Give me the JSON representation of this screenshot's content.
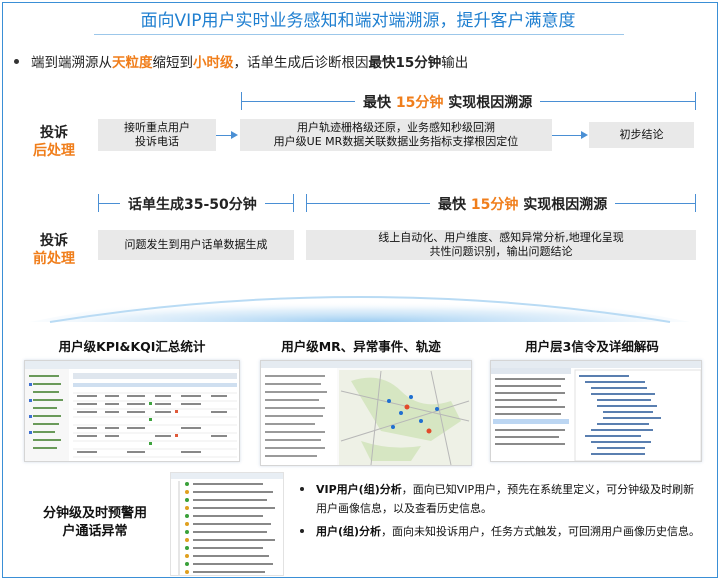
{
  "title": "面向VIP用户实时业务感知和端对端溯源，提升客户满意度",
  "bullet": {
    "p1": "端到端溯源从",
    "h1": "天粒度",
    "p2": "缩短到",
    "h2": "小时级",
    "p3": "，话单生成后诊断根因",
    "b1": "最快15分钟",
    "p4": "输出"
  },
  "top_section": {
    "bracket": {
      "pre": "最快 ",
      "highlight": "15分钟",
      "post": " 实现根因溯源"
    },
    "side_label": {
      "line1": "投诉",
      "line2": "后处理"
    },
    "box1": {
      "line1": "接听重点用户",
      "line2": "投诉电话"
    },
    "box2": {
      "line1": "用户轨迹栅格级还原，业务感知秒级回溯",
      "line2": "用户级UE MR数据关联数据业务指标支撑根因定位"
    },
    "box3": {
      "text": "初步结论"
    }
  },
  "bottom_section": {
    "bracket_left": "话单生成35-50分钟",
    "bracket_right": {
      "pre": "最快 ",
      "highlight": "15分钟",
      "post": " 实现根因溯源"
    },
    "side_label": {
      "line1": "投诉",
      "line2": "前处理"
    },
    "box1": {
      "text": "问题发生到用户话单数据生成"
    },
    "box2": {
      "line1": "线上自动化、用户维度、感知异常分析,地理化呈现",
      "line2": "共性问题识别，输出问题结论"
    }
  },
  "panels": [
    {
      "title": "用户级KPI&KQI汇总统计"
    },
    {
      "title": "用户级MR、异常事件、轨迹"
    },
    {
      "title": "用户层3信令及详细解码"
    }
  ],
  "minute_label": {
    "line1": "分钟级及时预警用",
    "line2": "户通话异常"
  },
  "desc": {
    "item1_bold": "VIP用户(组)分析",
    "item1_text": "，面向已知VIP用户，预先在系统里定义，可分钟级及时刷新用户画像信息，以及查看历史信息。",
    "item2_bold": "用户(组)分析",
    "item2_text": "，面向未知投诉用户，任务方式触发，可回溯用户画像历史信息。"
  },
  "colors": {
    "accent_blue": "#1f7fd0",
    "accent_orange": "#f07e1b",
    "box_gray": "#e9e9e9"
  }
}
